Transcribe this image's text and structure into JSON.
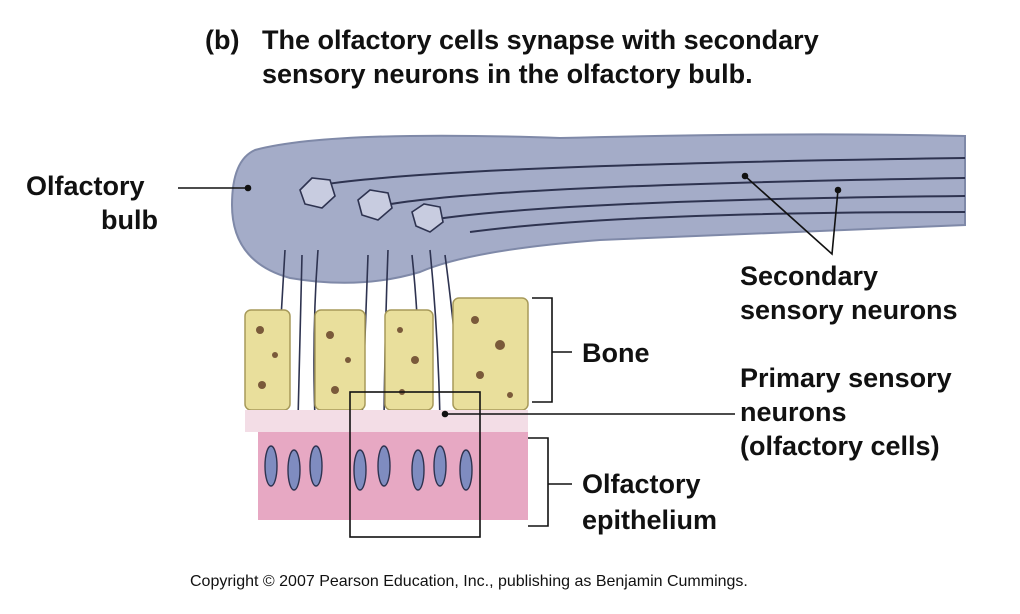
{
  "figure": {
    "panel_letter": "(b)",
    "title_line1": "The olfactory cells synapse with secondary",
    "title_line2": "sensory neurons in the olfactory bulb."
  },
  "labels": {
    "olfactory_bulb_line1": "Olfactory",
    "olfactory_bulb_line2": "bulb",
    "secondary_line1": "Secondary",
    "secondary_line2": "sensory neurons",
    "bone": "Bone",
    "primary_line1": "Primary sensory",
    "primary_line2": "neurons",
    "primary_line3": "(olfactory cells)",
    "epithelium_line1": "Olfactory",
    "epithelium_line2": "epithelium"
  },
  "copyright": "Copyright © 2007 Pearson Education, Inc., publishing as Benjamin Cummings.",
  "colors": {
    "bulb": "#a4acc8",
    "bulb_edge": "#7f89a8",
    "bone": "#e9df9c",
    "bone_spots": "#7a5a3a",
    "epithelium": "#e7a8c3",
    "lamina": "#f3dde6",
    "cell": "#7f8cc0"
  }
}
